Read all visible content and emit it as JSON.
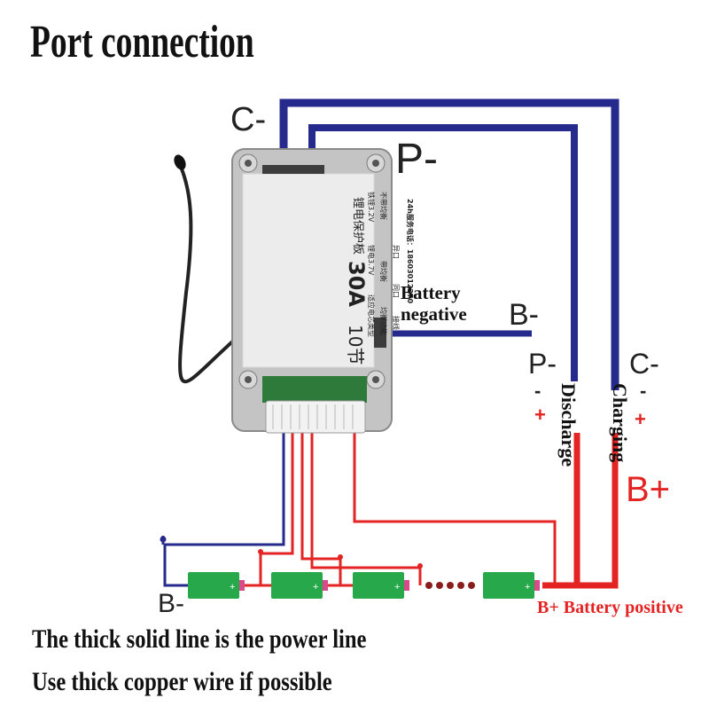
{
  "title": "Port connection",
  "labels": {
    "c_minus_top": "C-",
    "p_minus_top": "P-",
    "battery_negative_line1": "Battery",
    "battery_negative_line2": "negative",
    "b_minus_right": "B-",
    "p_minus_right": "P-",
    "c_minus_right": "C-",
    "discharge": "Discharge",
    "charging": "Charging",
    "b_plus": "B+",
    "b_minus_bottom": "B-",
    "battery_positive": "B+ Battery positive",
    "minus_sign": "-",
    "plus_sign": "+"
  },
  "board_label": {
    "cells": "10节",
    "current": "30A",
    "name": "锂电保护板",
    "spec_1": "适应电芯类型",
    "spec_2": "锂电3.7V",
    "spec_3": "铁锂3.2V",
    "spec_4": "均衡功能",
    "spec_5": "带均衡",
    "spec_6": "不带均衡",
    "spec_7": "接线",
    "spec_8": "同口",
    "spec_9": "异口",
    "service": "24h服务电话：18603012370"
  },
  "footer": {
    "line1": "The thick solid line is the power line",
    "line2": "Use thick copper wire if possible"
  },
  "colors": {
    "blue_wire": "#262a8c",
    "red_wire": "#e42323",
    "cell_green": "#27a84a",
    "board_metal": "#bfbfbf"
  }
}
